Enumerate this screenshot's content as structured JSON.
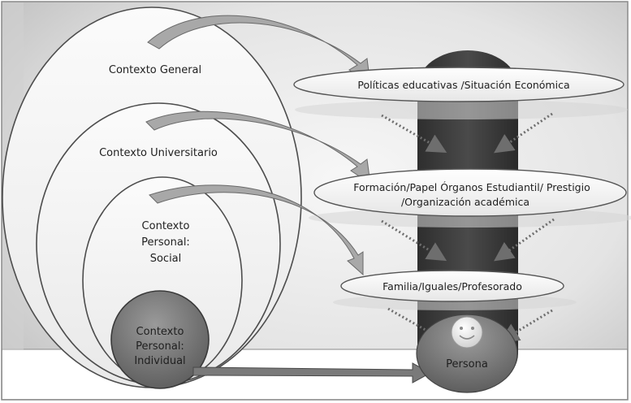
{
  "contexts": {
    "general": "Contexto General",
    "universitario": "Contexto Universitario",
    "social": [
      "Contexto",
      "Personal:",
      "Social"
    ],
    "individual": [
      "Contexto",
      "Personal:",
      "Individual"
    ]
  },
  "bands": {
    "top": "Políticas educativas /Situación Económica",
    "middle": [
      "Formación/Papel Órganos Estudiantil/ Prestigio",
      "/Organización académica"
    ],
    "bottom": "Familia/Iguales/Profesorado"
  },
  "persona": "Persona",
  "icons": {
    "face": "smiley-face-icon"
  }
}
